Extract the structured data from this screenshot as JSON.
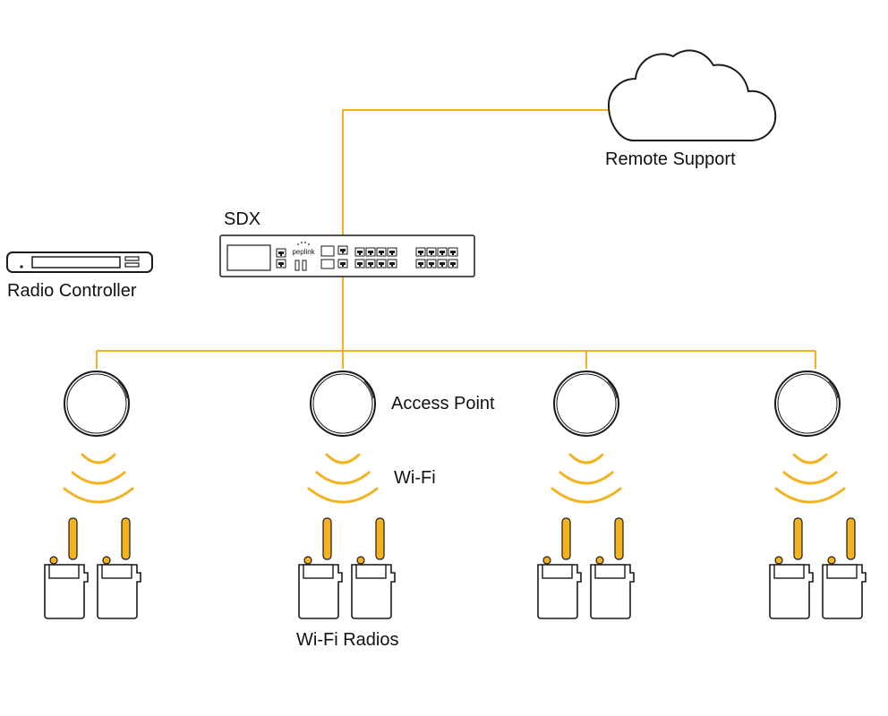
{
  "colors": {
    "link": "#F5B21F",
    "outline": "#1a1a1a",
    "background": "#ffffff"
  },
  "labels": {
    "remote_support": "Remote Support",
    "sdx": "SDX",
    "radio_controller": "Radio Controller",
    "access_point": "Access Point",
    "wifi": "Wi-Fi",
    "wifi_radios": "Wi-Fi Radios"
  },
  "router_brand": "peplink",
  "icons": {
    "cloud": "cloud-icon",
    "router": "sdx-router-icon",
    "controller": "radio-controller-icon",
    "access_point": "access-point-icon",
    "wifi_signal": "wifi-signal-icon",
    "radio": "walkie-talkie-icon"
  },
  "access_point_count": 4,
  "radios_per_access_point": 2
}
